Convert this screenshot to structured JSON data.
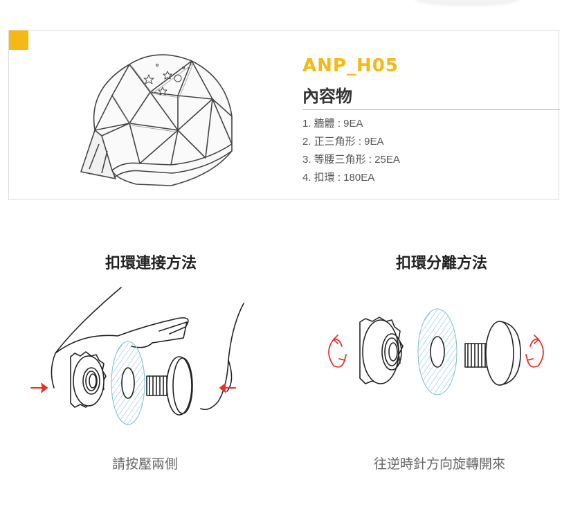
{
  "product": {
    "model": "ANP_H05",
    "contents_title": "內容物",
    "items": [
      "1. 牆體 : 9EA",
      "2. 正三角形 : 9EA",
      "3. 等腰三角形 : 25EA",
      "4. 扣環 : 180EA"
    ],
    "accent_color": "#f6b913"
  },
  "connect": {
    "title": "扣環連接方法",
    "caption": "請按壓兩側"
  },
  "separate": {
    "title": "扣環分離方法",
    "caption": "往逆時針方向旋轉開來"
  },
  "colors": {
    "arrow_red": "#e8302a",
    "disc_blue": "#7bbcd6"
  }
}
